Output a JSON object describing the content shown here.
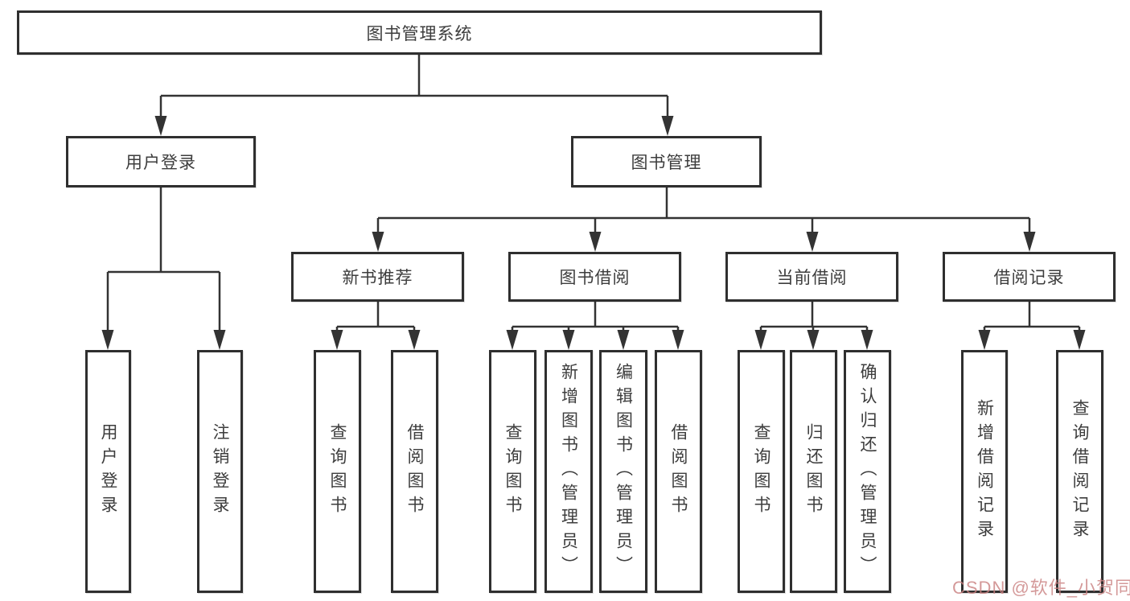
{
  "tree": {
    "root": {
      "label": "图书管理系统"
    },
    "children": [
      {
        "label": "用户登录",
        "children": [
          {
            "label": "用户登录"
          },
          {
            "label": "注销登录"
          }
        ]
      },
      {
        "label": "图书管理",
        "children": [
          {
            "label": "新书推荐",
            "children": [
              {
                "label": "查询图书"
              },
              {
                "label": "借阅图书"
              }
            ]
          },
          {
            "label": "图书借阅",
            "children": [
              {
                "label": "查询图书"
              },
              {
                "label": "新增图书（管理员）"
              },
              {
                "label": "编辑图书（管理员）"
              },
              {
                "label": "借阅图书"
              }
            ]
          },
          {
            "label": "当前借阅",
            "children": [
              {
                "label": "查询图书"
              },
              {
                "label": "归还图书"
              },
              {
                "label": "确认归还（管理员）"
              }
            ]
          },
          {
            "label": "借阅记录",
            "children": [
              {
                "label": "新增借阅记录"
              },
              {
                "label": "查询借阅记录"
              }
            ]
          }
        ]
      }
    ]
  },
  "watermark": {
    "text": "CSDN @软件_小贺同学"
  },
  "colors": {
    "line": "#333333",
    "arrow": "#333333",
    "border": "#2f2f2f",
    "text": "#3d3d3d",
    "watermark": "rgba(201,128,128,0.8)"
  }
}
